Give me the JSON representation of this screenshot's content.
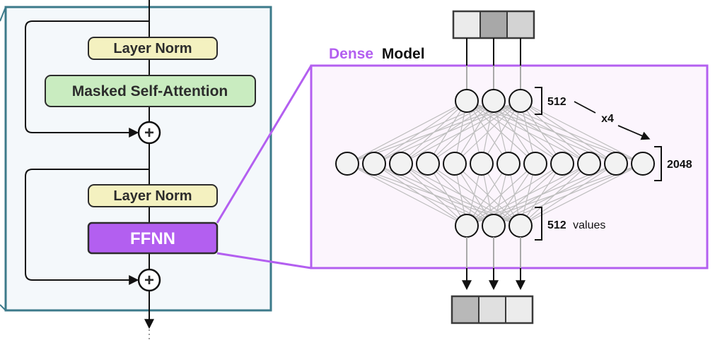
{
  "decoder": {
    "layer_norm_top": "Layer Norm",
    "masked_self_attention": "Masked Self-Attention",
    "layer_norm_bottom": "Layer Norm",
    "ffnn": "FFNN",
    "add_symbol": "+"
  },
  "dense_model": {
    "title_accent": "Dense",
    "title_rest": "Model"
  },
  "network": {
    "input_layer": {
      "count_label": "512",
      "units_label": ""
    },
    "hidden_layer": {
      "count_label": "2048"
    },
    "output_layer": {
      "count_label": "512",
      "units_label": "values"
    },
    "multiplier_label": "x4"
  },
  "colors": {
    "decoder_panel_fill": "#f4f8fb",
    "decoder_panel_border": "#3c7a8a",
    "layer_norm_fill": "#f4f1c0",
    "attention_fill": "#c9ecc0",
    "ffnn_fill": "#b35ff0",
    "dense_accent": "#b35ff0",
    "dense_panel_fill": "#fcf5fd",
    "neuron_fill": "#f2f2f2",
    "connection_line": "#bdbdbd"
  },
  "vectors": {
    "top_cells": [
      "#ebebeb",
      "#a8a8a8",
      "#d3d3d3"
    ],
    "bottom_cells": [
      "#b8b8b8",
      "#e0e0e0",
      "#ececec"
    ]
  }
}
